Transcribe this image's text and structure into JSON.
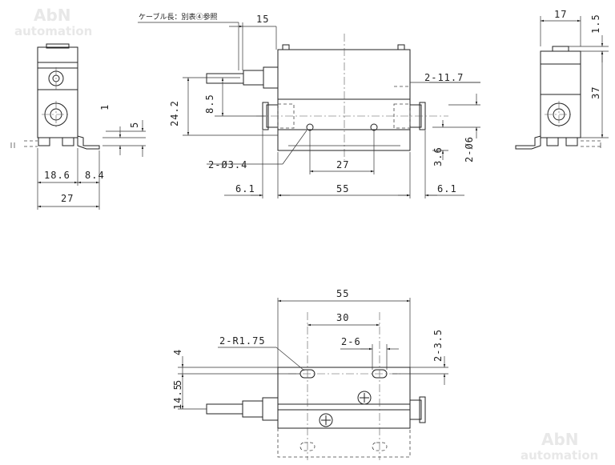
{
  "watermark": {
    "brand": "AbN",
    "sub": "automation"
  },
  "note": {
    "cable": "ケーブル長：別表④参照"
  },
  "front_view": {
    "dims": {
      "cable_offset": "15",
      "height_total": "24.2",
      "height_port": "8.5",
      "port_pitch_hole": "2-11.7",
      "mount_hole": "2-Ø3.4",
      "hole_pitch": "27",
      "hole_height": "3.6",
      "port_diameter": "2-Ø6",
      "port_left": "6.1",
      "body_width": "55",
      "port_right": "6.1"
    }
  },
  "left_view": {
    "dims": {
      "left_small": "1",
      "left_plate": "5",
      "base_a": "18.6",
      "base_b": "8.4",
      "base_total": "27"
    }
  },
  "right_view": {
    "dims": {
      "width": "17",
      "top_gap": "1.5",
      "height": "37"
    }
  },
  "bottom_view": {
    "dims": {
      "width": "55",
      "slot_pitch": "30",
      "slot_radius": "2-R1.75",
      "slot_length": "2-6",
      "slot_offset": "2-3.5",
      "height_a": "4",
      "height_b": "5",
      "height_c": "14.5"
    }
  }
}
